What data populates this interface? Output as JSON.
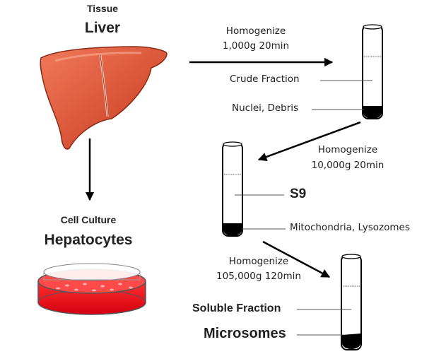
{
  "tissue": {
    "caption": "Tissue",
    "name": "Liver"
  },
  "culture": {
    "caption": "Cell Culture",
    "name": "Hepatocytes"
  },
  "step1": {
    "action": "Homogenize",
    "params": "1,000g  20min"
  },
  "step2": {
    "action": "Homogenize",
    "params": "10,000g  20min"
  },
  "step3": {
    "action": "Homogenize",
    "params": "105,000g  120min"
  },
  "tube1": {
    "upper_label": "Crude Fraction",
    "pellet_label": "Nuclei, Debris"
  },
  "tube2": {
    "upper_label": "S9",
    "pellet_label": "Mitochondria, Lysozomes"
  },
  "tube3": {
    "upper_label": "Soluble Fraction",
    "pellet_label": "Microsomes"
  },
  "colors": {
    "liver": "#de4a30",
    "liver_outline": "#b8391f",
    "dish_medium": "#e8101a",
    "pellet": "#000000",
    "arrow": "#000000"
  }
}
